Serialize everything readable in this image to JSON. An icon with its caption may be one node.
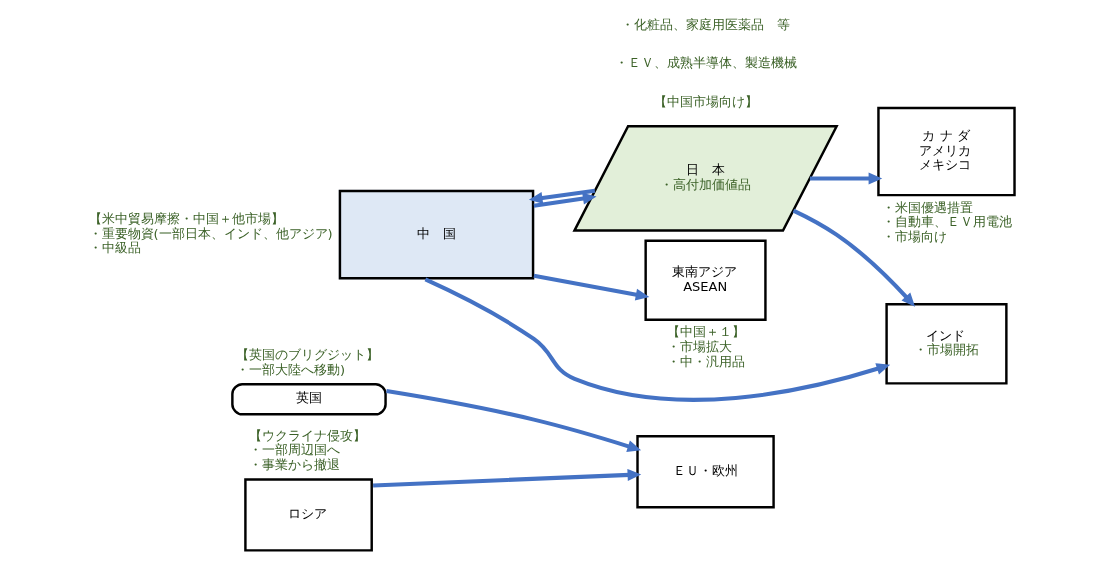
{
  "diagram": {
    "nodes": [
      {
        "text": [
          "英国"
        ],
        "beside": [
          "【英国のブリグジット】",
          "・一部大陸へ移動)"
        ]
      },
      {
        "text": [
          "ＥＵ・欧州"
        ]
      },
      {
        "text": [
          "ロシア"
        ],
        "beside": [
          "【ウクライナ侵攻】",
          "・一部周辺国へ",
          "・事業から撤退"
        ]
      },
      {
        "text": [
          "中　国"
        ],
        "beside": [
          "【米中貿易摩擦・中国＋他市場】",
          "・重要物資(一部日本、インド、他アジア)",
          "・中級品"
        ]
      },
      {
        "text": [
          "インド",
          "・市場開拓"
        ]
      },
      {
        "text": [
          "東南アジア",
          "ASEAN"
        ],
        "beside": [
          "【中国＋１】",
          "・市場拡大",
          "・中・汎用品"
        ]
      },
      {
        "text": [
          "日　本",
          "・高付加価値品"
        ]
      },
      {
        "text": [
          "カ ナ ダ",
          "アメリカ",
          "メキシコ"
        ],
        "beside": [
          "・米国優遇措置",
          "・自動車、ＥＶ用電池",
          "・市場向け"
        ]
      }
    ],
    "edges": [
      {
        "from": 0,
        "to": 1,
        "arrow": "to"
      },
      {
        "from": 2,
        "to": 1,
        "arrow": "to"
      },
      {
        "from": 6,
        "to": 3,
        "arrow": "to"
      },
      {
        "from": 3,
        "to": 6,
        "arrow": "to"
      },
      {
        "from": 6,
        "to": 7,
        "arrow": "to"
      },
      {
        "from": 3,
        "to": 4,
        "arrow": "to"
      },
      {
        "from": 3,
        "to": 5,
        "arrow": "to"
      },
      {
        "from": 6,
        "to": 4,
        "arrow": "to"
      }
    ],
    "labels": [
      "【中国市場向け】",
      "・ＥＶ、成熟半導体、製造機械",
      "・化粧品、家庭用医薬品　等"
    ]
  }
}
